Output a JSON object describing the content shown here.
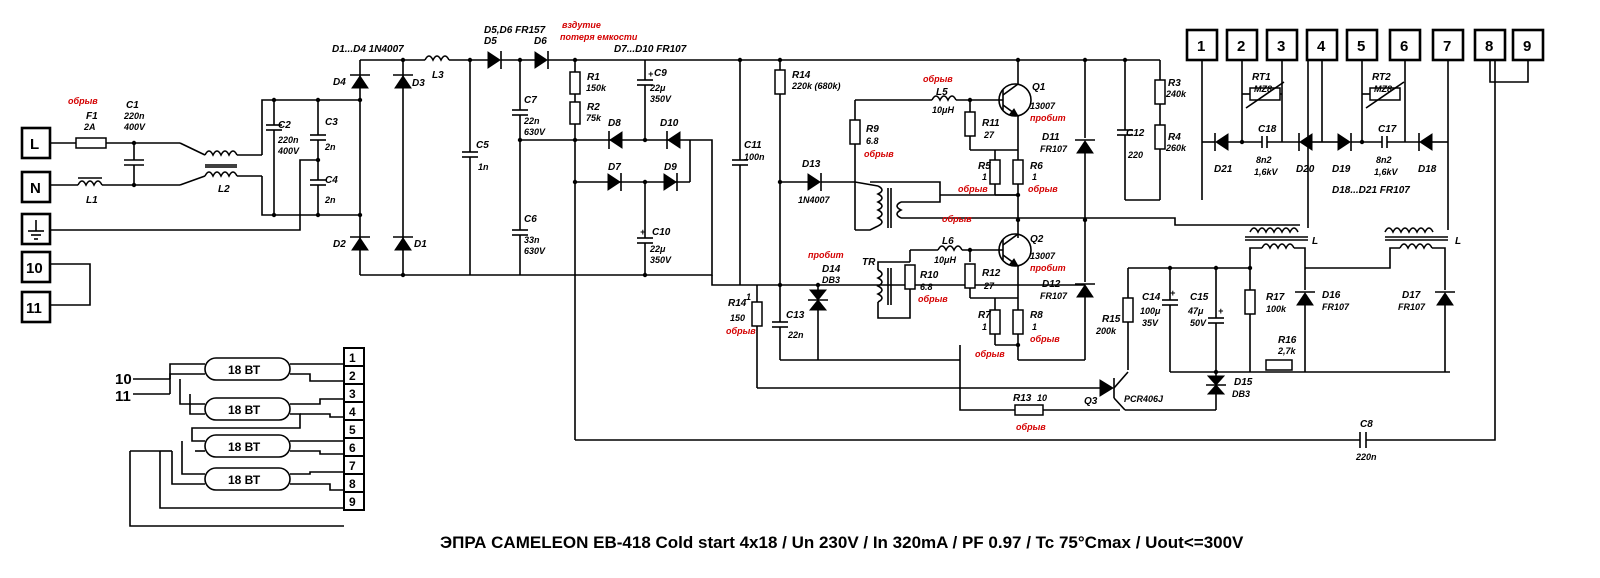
{
  "title": "ЭПРА CAMELEON EB-418 Cold start 4x18 / Un 230V / In 320mA / PF 0.97 / Tc 75°Cmax / Uout<=300V",
  "terminals": {
    "L": "L",
    "N": "N",
    "t10": "10",
    "t11": "11",
    "o1": "1",
    "o2": "2",
    "o3": "3",
    "o4": "4",
    "o5": "5",
    "o6": "6",
    "o7": "7",
    "o8": "8",
    "o9": "9"
  },
  "components": {
    "F1": {
      "ref": "F1",
      "val": "2A"
    },
    "C1": {
      "ref": "C1",
      "val1": "220n",
      "val2": "400V"
    },
    "C2": {
      "ref": "C2",
      "val1": "220n",
      "val2": "400V"
    },
    "C3": {
      "ref": "C3",
      "val": "2n"
    },
    "C4": {
      "ref": "C4",
      "val": "2n"
    },
    "L1": "L1",
    "L2": "L2",
    "L3": "L3",
    "D1D4": "D1...D4 1N4007",
    "D1": "D1",
    "D2": "D2",
    "D3": "D3",
    "D4": "D4",
    "D5D6": "D5,D6 FR157",
    "D5": "D5",
    "D6": "D6",
    "D7D10": "D7...D10 FR107",
    "D7": "D7",
    "D8": "D8",
    "D9": "D9",
    "D10": "D10",
    "C5": {
      "ref": "C5",
      "val": "1n"
    },
    "R1": {
      "ref": "R1",
      "val": "150k"
    },
    "R2": {
      "ref": "R2",
      "val": "75k"
    },
    "C7": {
      "ref": "C7",
      "val1": "22n",
      "val2": "630V"
    },
    "C6": {
      "ref": "C6",
      "val1": "33n",
      "val2": "630V"
    },
    "C9": {
      "ref": "C9",
      "val1": "22μ",
      "val2": "350V"
    },
    "C10": {
      "ref": "C10",
      "val1": "22μ",
      "val2": "350V"
    },
    "C11": {
      "ref": "C11",
      "val": "100n"
    },
    "R14": {
      "ref": "R14",
      "val": "220k (680k)"
    },
    "R14b": {
      "ref": "R14",
      "sup": "1",
      "val": "150"
    },
    "D13": {
      "ref": "D13",
      "val": "1N4007"
    },
    "R9": {
      "ref": "R9",
      "val": "6.8"
    },
    "L5": {
      "ref": "L5",
      "val": "10μH"
    },
    "L6": {
      "ref": "L6",
      "val": "10μH"
    },
    "R11": {
      "ref": "R11",
      "val": "27"
    },
    "R12": {
      "ref": "R12",
      "val": "27"
    },
    "R10": {
      "ref": "R10",
      "val": "6.8"
    },
    "Q1": {
      "ref": "Q1",
      "val": "13007"
    },
    "Q2": {
      "ref": "Q2",
      "val": "13007"
    },
    "R5": {
      "ref": "R5",
      "val": "1"
    },
    "R6": {
      "ref": "R6",
      "val": "1"
    },
    "R7": {
      "ref": "R7",
      "val": "1"
    },
    "R8": {
      "ref": "R8",
      "val": "1"
    },
    "TR": "TR",
    "D14": {
      "ref": "D14",
      "val": "DB3"
    },
    "C13": {
      "ref": "C13",
      "val": "22n"
    },
    "D11": {
      "ref": "D11",
      "val": "FR107"
    },
    "D12": {
      "ref": "D12",
      "val": "FR107"
    },
    "C12": {
      "ref": "C12",
      "val": "220"
    },
    "R3": {
      "ref": "R3",
      "val": "240k"
    },
    "R4": {
      "ref": "R4",
      "val": "260k"
    },
    "R15": {
      "ref": "R15",
      "val": "200k"
    },
    "C14": {
      "ref": "C14",
      "val1": "100μ",
      "val2": "35V"
    },
    "C15": {
      "ref": "C15",
      "val1": "47μ",
      "val2": "50V"
    },
    "R17": {
      "ref": "R17",
      "val": "100k"
    },
    "R16": {
      "ref": "R16",
      "val": "2,7k"
    },
    "D16": {
      "ref": "D16",
      "val": "FR107"
    },
    "D17": {
      "ref": "D17",
      "val": "FR107"
    },
    "D15": {
      "ref": "D15",
      "val": "DB3"
    },
    "Q3": {
      "ref": "Q3",
      "val": "PCR406J"
    },
    "R13": {
      "ref": "R13",
      "val": "10"
    },
    "C8": {
      "ref": "C8",
      "val": "220n"
    },
    "RT1": {
      "ref": "RT1",
      "val": "MZ8"
    },
    "RT2": {
      "ref": "RT2",
      "val": "MZ8"
    },
    "C18": {
      "ref": "C18",
      "val1": "8n2",
      "val2": "1,6kV"
    },
    "C17": {
      "ref": "C17",
      "val1": "8n2",
      "val2": "1,6kV"
    },
    "D18": "D18",
    "D19": "D19",
    "D20": "D20",
    "D21": "D21",
    "D18D21": "D18...D21 FR107",
    "Lout": "L"
  },
  "annotations": {
    "obryv": "обрыв",
    "probit": "пробит",
    "c9note1": "вздутие",
    "c9note2": "потеря емкости"
  },
  "lamps": [
    "18 ВТ",
    "18 ВТ",
    "18 ВТ",
    "18 ВТ"
  ],
  "lamp_terminals": [
    "1",
    "2",
    "3",
    "4",
    "5",
    "6",
    "7",
    "8",
    "9"
  ],
  "lamp_inputs": [
    "10",
    "11"
  ]
}
